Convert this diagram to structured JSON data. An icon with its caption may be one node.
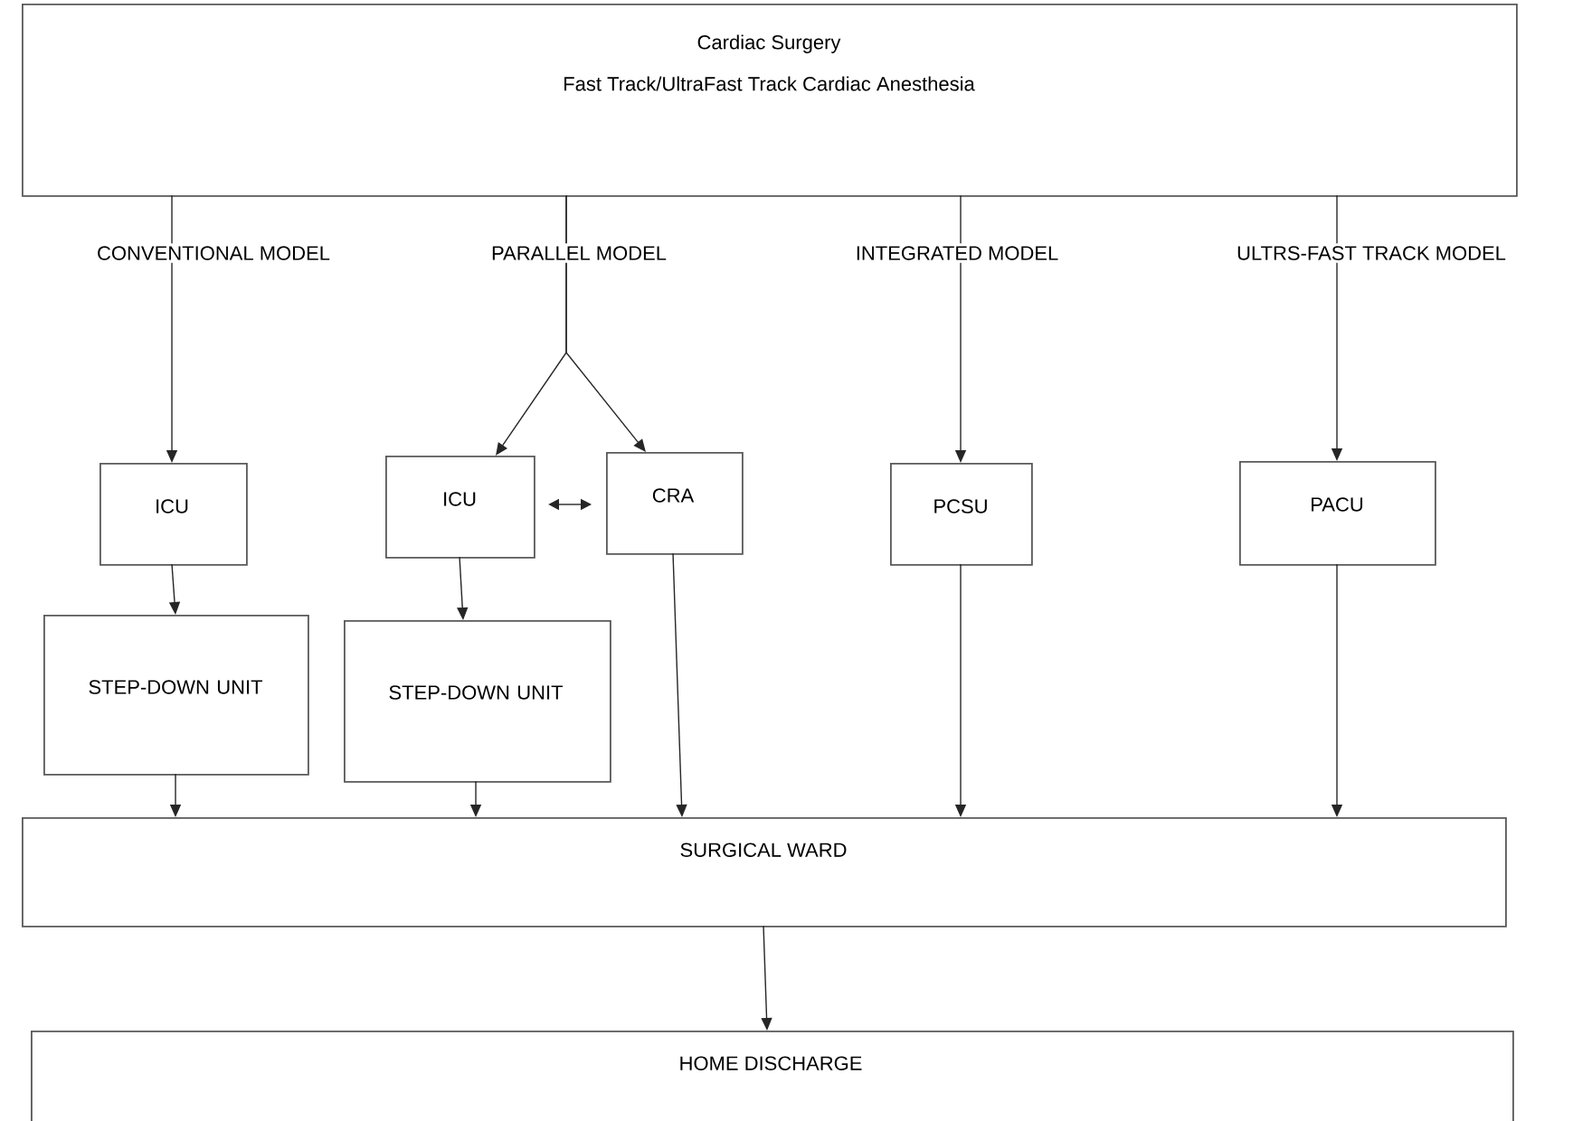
{
  "diagram": {
    "nodes": [
      {
        "text": [
          "Cardiac Surgery",
          "Fast Track/UltraFast Track Cardiac Anesthesia"
        ]
      },
      {
        "text": [
          "ICU"
        ]
      },
      {
        "text": [
          "STEP-DOWN UNIT"
        ]
      },
      {
        "text": [
          "ICU"
        ]
      },
      {
        "text": [
          "CRA"
        ]
      },
      {
        "text": [
          "STEP-DOWN UNIT"
        ]
      },
      {
        "text": [
          "PCSU"
        ]
      },
      {
        "text": [
          "PACU"
        ]
      },
      {
        "text": [
          "SURGICAL WARD"
        ]
      },
      {
        "text": [
          "HOME DISCHARGE"
        ]
      }
    ],
    "edges": [
      {
        "from": 0,
        "to": 1,
        "arrow": "to"
      },
      {
        "from": 0,
        "to": 3,
        "arrow": "to"
      },
      {
        "from": 0,
        "to": 4,
        "arrow": "to"
      },
      {
        "from": 0,
        "to": 6,
        "arrow": "to"
      },
      {
        "from": 0,
        "to": 7,
        "arrow": "to"
      },
      {
        "from": 1,
        "to": 2,
        "arrow": "to"
      },
      {
        "from": 3,
        "to": 4,
        "arrow": "both"
      },
      {
        "from": 3,
        "to": 5,
        "arrow": "to"
      },
      {
        "from": 2,
        "to": 8,
        "arrow": "to"
      },
      {
        "from": 5,
        "to": 8,
        "arrow": "to"
      },
      {
        "from": 4,
        "to": 8,
        "arrow": "to"
      },
      {
        "from": 6,
        "to": 8,
        "arrow": "to"
      },
      {
        "from": 7,
        "to": 8,
        "arrow": "to"
      },
      {
        "from": 8,
        "to": 9,
        "arrow": "to"
      }
    ],
    "labels": [
      "CONVENTIONAL MODEL",
      "PARALLEL MODEL",
      "INTEGRATED MODEL",
      "ULTRS-FAST TRACK MODEL"
    ]
  }
}
